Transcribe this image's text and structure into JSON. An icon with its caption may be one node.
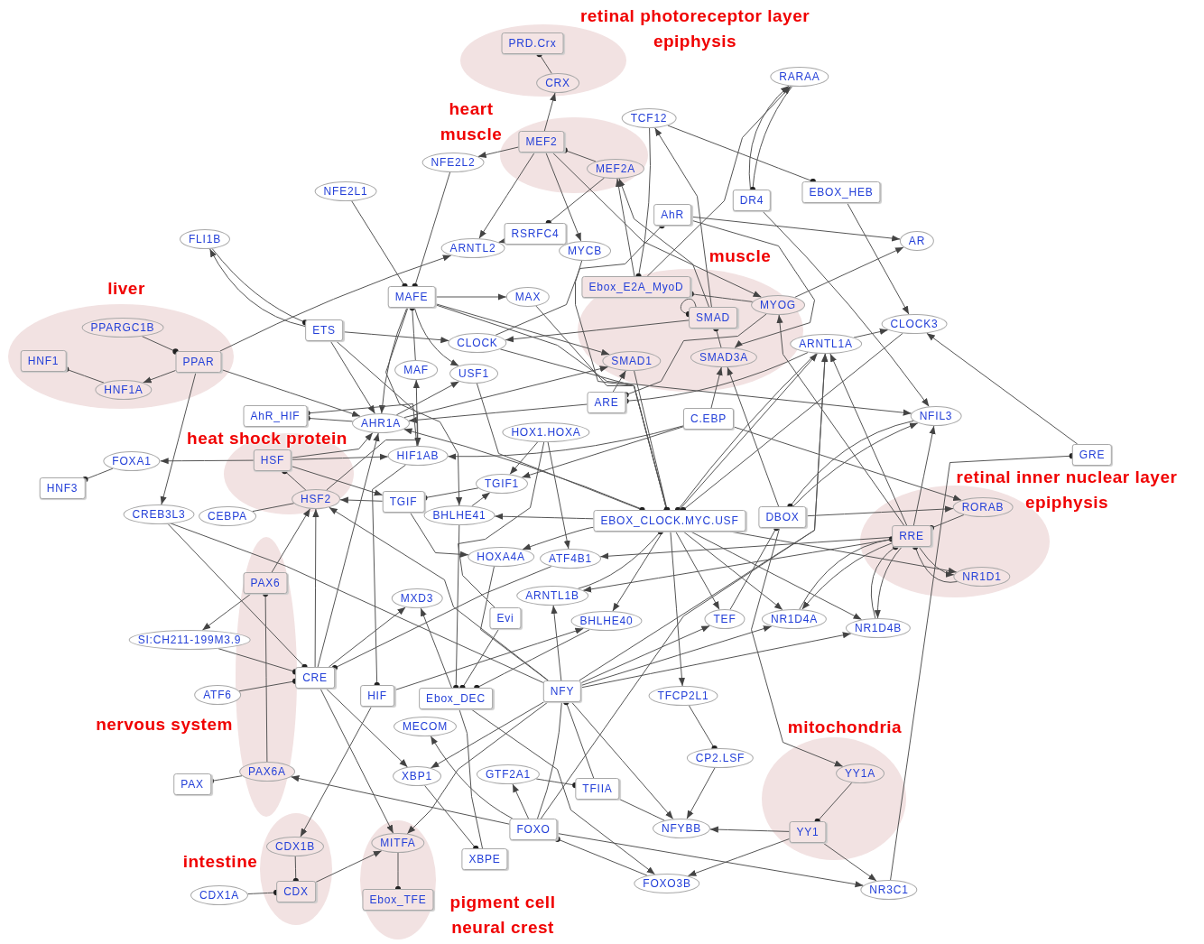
{
  "diagram": {
    "nodes": [
      {
        "text": [
          "retinal photoreceptor layer epiphysis"
        ]
      },
      {
        "text": [
          "PRD.Crx"
        ],
        "in": 0
      },
      {
        "text": [
          "CRX"
        ],
        "in": 0
      },
      {
        "text": [
          "RARAA"
        ]
      },
      {
        "text": [
          "TCF12"
        ]
      },
      {
        "text": [
          "heart muscle"
        ]
      },
      {
        "text": [
          "MEF2"
        ],
        "in": 5
      },
      {
        "text": [
          "MEF2A"
        ],
        "in": 5
      },
      {
        "text": [
          "NFE2L2"
        ]
      },
      {
        "text": [
          "NFE2L1"
        ]
      },
      {
        "text": [
          "EBOX_HEB"
        ]
      },
      {
        "text": [
          "DR4"
        ]
      },
      {
        "text": [
          "AhR"
        ]
      },
      {
        "text": [
          "FLI1B"
        ]
      },
      {
        "text": [
          "RSRFC4"
        ]
      },
      {
        "text": [
          "AR"
        ]
      },
      {
        "text": [
          "ARNTL2"
        ]
      },
      {
        "text": [
          "MYCB"
        ]
      },
      {
        "text": [
          "muscle"
        ]
      },
      {
        "text": [
          "Ebox_E2A_MyoD"
        ],
        "in": 18
      },
      {
        "text": [
          "MYOG"
        ],
        "in": 18
      },
      {
        "text": [
          "SMAD3A"
        ],
        "in": 18
      },
      {
        "text": [
          "SMAD"
        ],
        "in": 18
      },
      {
        "text": [
          "SMAD1"
        ],
        "in": 18
      },
      {
        "text": [
          "MAFE"
        ]
      },
      {
        "text": [
          "MAX"
        ]
      },
      {
        "text": [
          "CLOCK3"
        ]
      },
      {
        "text": [
          "liver"
        ]
      },
      {
        "text": [
          "PPARGC1B"
        ],
        "in": 27
      },
      {
        "text": [
          "HNF1"
        ],
        "in": 27
      },
      {
        "text": [
          "PPAR"
        ],
        "in": 27
      },
      {
        "text": [
          "HNF1A"
        ],
        "in": 27
      },
      {
        "text": [
          "ETS"
        ]
      },
      {
        "text": [
          "CLOCK"
        ]
      },
      {
        "text": [
          "ARNTL1A"
        ]
      },
      {
        "text": [
          "MAF"
        ]
      },
      {
        "text": [
          "USF1"
        ]
      },
      {
        "text": [
          "ARE"
        ]
      },
      {
        "text": [
          "AhR_HIF"
        ]
      },
      {
        "text": [
          "AHR1A"
        ]
      },
      {
        "text": [
          "C.EBP"
        ]
      },
      {
        "text": [
          "NFIL3"
        ]
      },
      {
        "text": [
          "HOX1.HOXA"
        ]
      },
      {
        "text": [
          "GRE"
        ]
      },
      {
        "text": [
          "heat shock protein"
        ]
      },
      {
        "text": [
          "HSF"
        ],
        "in": 44
      },
      {
        "text": [
          "HSF2"
        ],
        "in": 44
      },
      {
        "text": [
          "HIF1AB"
        ]
      },
      {
        "text": [
          "FOXA1"
        ]
      },
      {
        "text": [
          "TGIF1"
        ]
      },
      {
        "text": [
          "HNF3"
        ]
      },
      {
        "text": [
          "TGIF"
        ]
      },
      {
        "text": [
          "CREB3L3"
        ]
      },
      {
        "text": [
          "CEBPA"
        ]
      },
      {
        "text": [
          "BHLHE41"
        ]
      },
      {
        "text": [
          "EBOX_CLOCK.MYC.USF"
        ]
      },
      {
        "text": [
          "DBOX"
        ]
      },
      {
        "text": [
          "retinal inner nuclear layer epiphysis"
        ]
      },
      {
        "text": [
          "RORAB"
        ],
        "in": 57
      },
      {
        "text": [
          "RRE"
        ],
        "in": 57
      },
      {
        "text": [
          "NR1D1"
        ],
        "in": 57
      },
      {
        "text": [
          "HOXA4A"
        ]
      },
      {
        "text": [
          "ATF4B1"
        ]
      },
      {
        "text": [
          "nervous system"
        ]
      },
      {
        "text": [
          "PAX6"
        ],
        "in": 63
      },
      {
        "text": [
          "PAX6A"
        ],
        "in": 63
      },
      {
        "text": [
          "MXD3"
        ]
      },
      {
        "text": [
          "ARNTL1B"
        ]
      },
      {
        "text": [
          "Evi"
        ]
      },
      {
        "text": [
          "BHLHE40"
        ]
      },
      {
        "text": [
          "TEF"
        ]
      },
      {
        "text": [
          "NR1D4A"
        ]
      },
      {
        "text": [
          "NR1D4B"
        ]
      },
      {
        "text": [
          "SI:CH211-199M3.9"
        ]
      },
      {
        "text": [
          "CRE"
        ]
      },
      {
        "text": [
          "ATF6"
        ]
      },
      {
        "text": [
          "HIF"
        ]
      },
      {
        "text": [
          "Ebox_DEC"
        ]
      },
      {
        "text": [
          "NFY"
        ]
      },
      {
        "text": [
          "TFCP2L1"
        ]
      },
      {
        "text": [
          "MECOM"
        ]
      },
      {
        "text": [
          "CP2.LSF"
        ]
      },
      {
        "text": [
          "mitochondria"
        ]
      },
      {
        "text": [
          "YY1A"
        ],
        "in": 82
      },
      {
        "text": [
          "YY1"
        ],
        "in": 82
      },
      {
        "text": [
          "PAX"
        ]
      },
      {
        "text": [
          "XBP1"
        ]
      },
      {
        "text": [
          "GTF2A1"
        ]
      },
      {
        "text": [
          "TFIIA"
        ]
      },
      {
        "text": [
          "FOXO"
        ]
      },
      {
        "text": [
          "NFYBB"
        ]
      },
      {
        "text": [
          "intestine"
        ]
      },
      {
        "text": [
          "CDX1B"
        ],
        "in": 91
      },
      {
        "text": [
          "CDX"
        ],
        "in": 91
      },
      {
        "text": [
          "pigment cell neural crest"
        ]
      },
      {
        "text": [
          "MITFA"
        ],
        "in": 94
      },
      {
        "text": [
          "Ebox_TFE"
        ],
        "in": 94
      },
      {
        "text": [
          "XBPE"
        ]
      },
      {
        "text": [
          "FOXO3B"
        ]
      },
      {
        "text": [
          "NR3C1"
        ]
      },
      {
        "text": [
          "CDX1A"
        ]
      }
    ],
    "edges": [
      {
        "from": 2,
        "to": 1,
        "arrow": "other"
      },
      {
        "from": 6,
        "to": 2,
        "arrow": "to"
      },
      {
        "from": 6,
        "to": 8,
        "arrow": "to"
      },
      {
        "from": 7,
        "to": 6,
        "arrow": "other"
      },
      {
        "from": 6,
        "to": 16,
        "arrow": "to"
      },
      {
        "from": 6,
        "to": 17,
        "arrow": "to"
      },
      {
        "from": 6,
        "to": 20,
        "arrow": "to"
      },
      {
        "from": 7,
        "to": 14,
        "arrow": "other"
      },
      {
        "from": 14,
        "to": 16,
        "arrow": "to"
      },
      {
        "from": 8,
        "to": 24,
        "arrow": "other"
      },
      {
        "from": 9,
        "to": 24,
        "arrow": "other"
      },
      {
        "from": 22,
        "to": 7,
        "arrow": "to"
      },
      {
        "from": 19,
        "to": 7,
        "arrow": "to"
      },
      {
        "from": 4,
        "to": 19,
        "arrow": "other"
      },
      {
        "from": 22,
        "to": 4,
        "arrow": "to"
      },
      {
        "from": 4,
        "to": 10,
        "arrow": "other"
      },
      {
        "from": 3,
        "to": 11,
        "arrow": "other"
      },
      {
        "from": 11,
        "to": 3,
        "arrow": "to"
      },
      {
        "from": 19,
        "to": 3,
        "arrow": "to"
      },
      {
        "from": 11,
        "to": 41,
        "arrow": "to"
      },
      {
        "from": 10,
        "to": 26,
        "arrow": "to"
      },
      {
        "from": 12,
        "to": 15,
        "arrow": "to"
      },
      {
        "from": 12,
        "to": 21,
        "arrow": "to"
      },
      {
        "from": 33,
        "to": 12,
        "arrow": "other"
      },
      {
        "from": 22,
        "to": 33,
        "arrow": "to"
      },
      {
        "from": 30,
        "to": 16,
        "arrow": "to"
      },
      {
        "from": 13,
        "to": 32,
        "arrow": "other"
      },
      {
        "from": 32,
        "to": 13,
        "arrow": "to"
      },
      {
        "from": 24,
        "to": 25,
        "arrow": "to"
      },
      {
        "from": 24,
        "to": 23,
        "arrow": "to"
      },
      {
        "from": 24,
        "to": 41,
        "arrow": "to"
      },
      {
        "from": 32,
        "to": 33,
        "arrow": "to"
      },
      {
        "from": 24,
        "to": 39,
        "arrow": "to"
      },
      {
        "from": 35,
        "to": 24,
        "arrow": "other"
      },
      {
        "from": 24,
        "to": 36,
        "arrow": "to"
      },
      {
        "from": 24,
        "to": 54,
        "arrow": "to"
      },
      {
        "from": 46,
        "to": 35,
        "arrow": "to"
      },
      {
        "from": 45,
        "to": 39,
        "arrow": "to"
      },
      {
        "from": 39,
        "to": 36,
        "arrow": "to"
      },
      {
        "from": 39,
        "to": 23,
        "arrow": "to"
      },
      {
        "from": 37,
        "to": 39,
        "arrow": "to"
      },
      {
        "from": 40,
        "to": 47,
        "arrow": "to"
      },
      {
        "from": 40,
        "to": 21,
        "arrow": "to"
      },
      {
        "from": 40,
        "to": 58,
        "arrow": "to"
      },
      {
        "from": 39,
        "to": 38,
        "arrow": "other"
      },
      {
        "from": 47,
        "to": 38,
        "arrow": "other"
      },
      {
        "from": 32,
        "to": 39,
        "arrow": "to"
      },
      {
        "from": 32,
        "to": 47,
        "arrow": "to"
      },
      {
        "from": 30,
        "to": 39,
        "arrow": "to"
      },
      {
        "from": 30,
        "to": 52,
        "arrow": "to"
      },
      {
        "from": 28,
        "to": 30,
        "arrow": "other"
      },
      {
        "from": 31,
        "to": 29,
        "arrow": "other"
      },
      {
        "from": 30,
        "to": 31,
        "arrow": "to"
      },
      {
        "from": 48,
        "to": 50,
        "arrow": "other"
      },
      {
        "from": 45,
        "to": 48,
        "arrow": "to"
      },
      {
        "from": 45,
        "to": 47,
        "arrow": "to"
      },
      {
        "from": 46,
        "to": 45,
        "arrow": "other"
      },
      {
        "from": 51,
        "to": 46,
        "arrow": "to"
      },
      {
        "from": 45,
        "to": 51,
        "arrow": "to"
      },
      {
        "from": 49,
        "to": 51,
        "arrow": "other"
      },
      {
        "from": 54,
        "to": 49,
        "arrow": "to"
      },
      {
        "from": 55,
        "to": 54,
        "arrow": "to"
      },
      {
        "from": 51,
        "to": 61,
        "arrow": "to"
      },
      {
        "from": 55,
        "to": 61,
        "arrow": "to"
      },
      {
        "from": 59,
        "to": 62,
        "arrow": "to"
      },
      {
        "from": 42,
        "to": 62,
        "arrow": "to"
      },
      {
        "from": 42,
        "to": 49,
        "arrow": "to"
      },
      {
        "from": 40,
        "to": 49,
        "arrow": "to"
      },
      {
        "from": 55,
        "to": 39,
        "arrow": "to"
      },
      {
        "from": 37,
        "to": 23,
        "arrow": "to"
      },
      {
        "from": 20,
        "to": 37,
        "arrow": "other"
      },
      {
        "from": 34,
        "to": 37,
        "arrow": "other"
      },
      {
        "from": 25,
        "to": 55,
        "arrow": "other"
      },
      {
        "from": 33,
        "to": 55,
        "arrow": "other"
      },
      {
        "from": 36,
        "to": 55,
        "arrow": "other"
      },
      {
        "from": 17,
        "to": 55,
        "arrow": "other"
      },
      {
        "from": 23,
        "to": 55,
        "arrow": "other"
      },
      {
        "from": 34,
        "to": 55,
        "arrow": "other"
      },
      {
        "from": 26,
        "to": 55,
        "arrow": "other"
      },
      {
        "from": 55,
        "to": 34,
        "arrow": "to"
      },
      {
        "from": 78,
        "to": 34,
        "arrow": "to"
      },
      {
        "from": 59,
        "to": 34,
        "arrow": "to"
      },
      {
        "from": 34,
        "to": 26,
        "arrow": "to"
      },
      {
        "from": 43,
        "to": 26,
        "arrow": "to"
      },
      {
        "from": 99,
        "to": 43,
        "arrow": "other"
      },
      {
        "from": 20,
        "to": 15,
        "arrow": "to"
      },
      {
        "from": 21,
        "to": 22,
        "arrow": "other"
      },
      {
        "from": 22,
        "to": 22,
        "arrow": "other"
      },
      {
        "from": 20,
        "to": 19,
        "arrow": "other"
      },
      {
        "from": 59,
        "to": 20,
        "arrow": "to"
      },
      {
        "from": 56,
        "to": 41,
        "arrow": "to"
      },
      {
        "from": 41,
        "to": 56,
        "arrow": "other"
      },
      {
        "from": 59,
        "to": 41,
        "arrow": "to"
      },
      {
        "from": 56,
        "to": 58,
        "arrow": "to"
      },
      {
        "from": 58,
        "to": 59,
        "arrow": "other"
      },
      {
        "from": 59,
        "to": 60,
        "arrow": "to"
      },
      {
        "from": 60,
        "to": 59,
        "arrow": "other"
      },
      {
        "from": 59,
        "to": 72,
        "arrow": "to"
      },
      {
        "from": 72,
        "to": 59,
        "arrow": "other"
      },
      {
        "from": 59,
        "to": 71,
        "arrow": "to"
      },
      {
        "from": 71,
        "to": 59,
        "arrow": "other"
      },
      {
        "from": 55,
        "to": 60,
        "arrow": "to"
      },
      {
        "from": 55,
        "to": 72,
        "arrow": "to"
      },
      {
        "from": 55,
        "to": 71,
        "arrow": "to"
      },
      {
        "from": 55,
        "to": 70,
        "arrow": "to"
      },
      {
        "from": 70,
        "to": 56,
        "arrow": "other"
      },
      {
        "from": 55,
        "to": 79,
        "arrow": "to"
      },
      {
        "from": 79,
        "to": 81,
        "arrow": "other"
      },
      {
        "from": 81,
        "to": 90,
        "arrow": "to"
      },
      {
        "from": 56,
        "to": 83,
        "arrow": "to"
      },
      {
        "from": 83,
        "to": 84,
        "arrow": "other"
      },
      {
        "from": 84,
        "to": 90,
        "arrow": "to"
      },
      {
        "from": 84,
        "to": 98,
        "arrow": "to"
      },
      {
        "from": 84,
        "to": 99,
        "arrow": "to"
      },
      {
        "from": 89,
        "to": 99,
        "arrow": "to"
      },
      {
        "from": 98,
        "to": 89,
        "arrow": "other"
      },
      {
        "from": 77,
        "to": 98,
        "arrow": "to"
      },
      {
        "from": 78,
        "to": 90,
        "arrow": "to"
      },
      {
        "from": 88,
        "to": 78,
        "arrow": "other"
      },
      {
        "from": 88,
        "to": 90,
        "arrow": "none"
      },
      {
        "from": 87,
        "to": 88,
        "arrow": "other"
      },
      {
        "from": 89,
        "to": 87,
        "arrow": "to"
      },
      {
        "from": 89,
        "to": 80,
        "arrow": "to"
      },
      {
        "from": 89,
        "to": 34,
        "arrow": "to"
      },
      {
        "from": 89,
        "to": 78,
        "arrow": "none"
      },
      {
        "from": 89,
        "to": 65,
        "arrow": "to"
      },
      {
        "from": 77,
        "to": 97,
        "arrow": "none"
      },
      {
        "from": 86,
        "to": 97,
        "arrow": "other"
      },
      {
        "from": 77,
        "to": 66,
        "arrow": "to"
      },
      {
        "from": 68,
        "to": 77,
        "arrow": "other"
      },
      {
        "from": 69,
        "to": 77,
        "arrow": "other"
      },
      {
        "from": 54,
        "to": 77,
        "arrow": "other"
      },
      {
        "from": 78,
        "to": 86,
        "arrow": "to"
      },
      {
        "from": 78,
        "to": 95,
        "arrow": "to"
      },
      {
        "from": 78,
        "to": 67,
        "arrow": "to"
      },
      {
        "from": 78,
        "to": 70,
        "arrow": "to"
      },
      {
        "from": 78,
        "to": 71,
        "arrow": "to"
      },
      {
        "from": 78,
        "to": 72,
        "arrow": "to"
      },
      {
        "from": 78,
        "to": 61,
        "arrow": "to"
      },
      {
        "from": 78,
        "to": 46,
        "arrow": "to"
      },
      {
        "from": 78,
        "to": 52,
        "arrow": "to"
      },
      {
        "from": 52,
        "to": 74,
        "arrow": "other"
      },
      {
        "from": 73,
        "to": 74,
        "arrow": "other"
      },
      {
        "from": 75,
        "to": 74,
        "arrow": "other"
      },
      {
        "from": 64,
        "to": 73,
        "arrow": "to"
      },
      {
        "from": 65,
        "to": 64,
        "arrow": "other"
      },
      {
        "from": 64,
        "to": 46,
        "arrow": "to"
      },
      {
        "from": 74,
        "to": 46,
        "arrow": "to"
      },
      {
        "from": 74,
        "to": 39,
        "arrow": "to"
      },
      {
        "from": 74,
        "to": 66,
        "arrow": "to"
      },
      {
        "from": 62,
        "to": 74,
        "arrow": "other"
      },
      {
        "from": 74,
        "to": 86,
        "arrow": "to"
      },
      {
        "from": 74,
        "to": 95,
        "arrow": "to"
      },
      {
        "from": 76,
        "to": 92,
        "arrow": "to"
      },
      {
        "from": 47,
        "to": 76,
        "arrow": "other"
      },
      {
        "from": 76,
        "to": 69,
        "arrow": "to"
      },
      {
        "from": 92,
        "to": 93,
        "arrow": "other"
      },
      {
        "from": 100,
        "to": 93,
        "arrow": "other"
      },
      {
        "from": 93,
        "to": 95,
        "arrow": "to"
      },
      {
        "from": 95,
        "to": 96,
        "arrow": "other"
      },
      {
        "from": 65,
        "to": 85,
        "arrow": "other"
      },
      {
        "from": 59,
        "to": 67,
        "arrow": "to"
      },
      {
        "from": 55,
        "to": 69,
        "arrow": "to"
      },
      {
        "from": 67,
        "to": 55,
        "arrow": "other"
      },
      {
        "from": 42,
        "to": 68,
        "arrow": "none"
      },
      {
        "from": 53,
        "to": 46,
        "arrow": "none"
      },
      {
        "from": 56,
        "to": 21,
        "arrow": "to"
      }
    ]
  }
}
